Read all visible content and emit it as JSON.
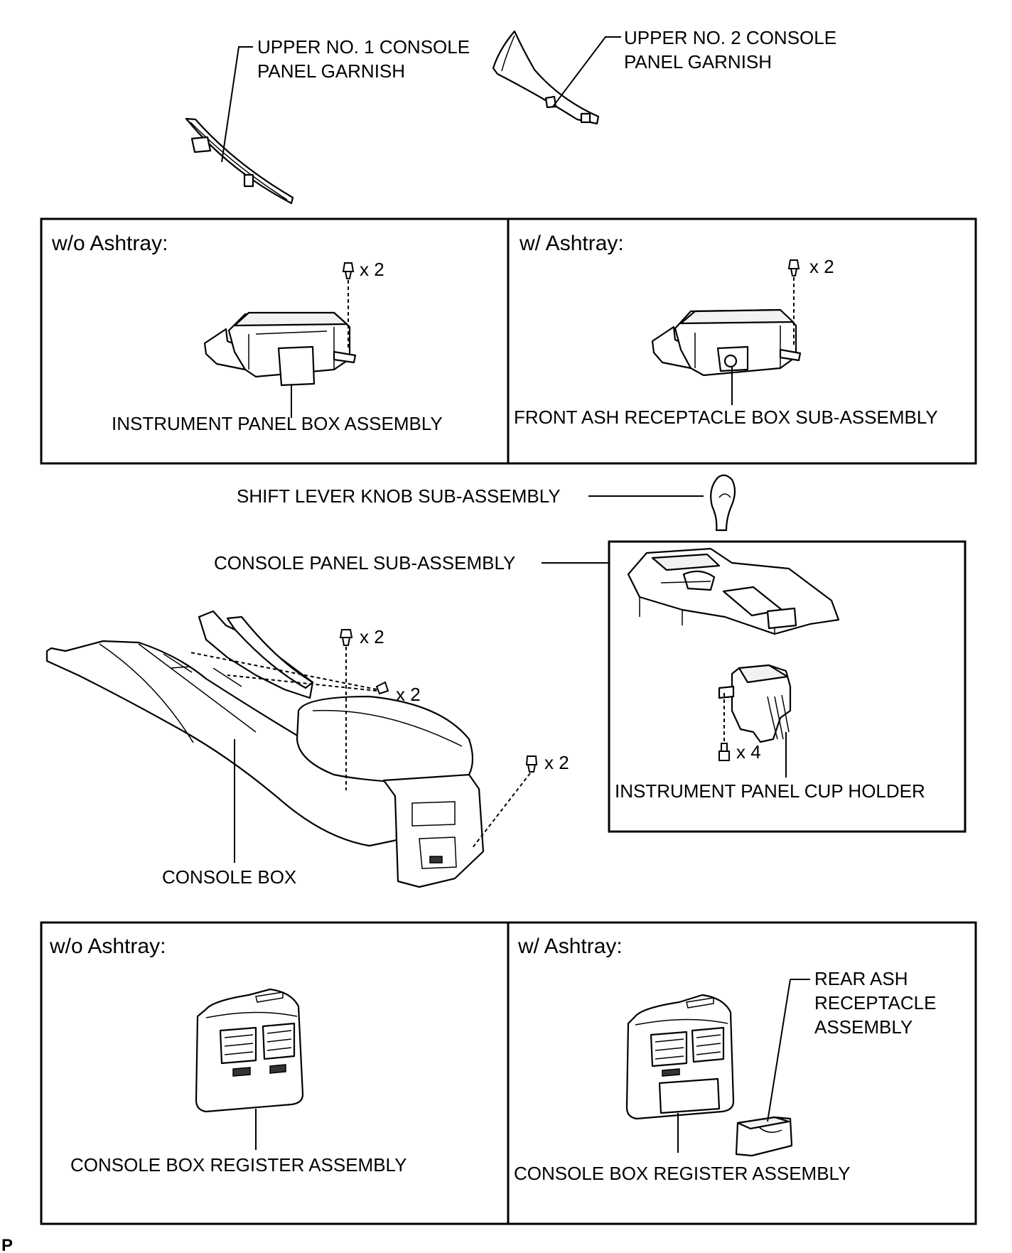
{
  "labels": {
    "upper_no1_garnish": [
      "UPPER NO. 1 CONSOLE",
      "PANEL GARNISH"
    ],
    "upper_no2_garnish": [
      "UPPER NO. 2 CONSOLE",
      "PANEL GARNISH"
    ],
    "instrument_panel_box": "INSTRUMENT PANEL BOX ASSEMBLY",
    "front_ash_receptacle": "FRONT ASH RECEPTACLE BOX SUB-ASSEMBLY",
    "shift_lever_knob": "SHIFT LEVER KNOB SUB-ASSEMBLY",
    "console_panel": "CONSOLE PANEL SUB-ASSEMBLY",
    "instrument_panel_cup_holder": "INSTRUMENT PANEL CUP HOLDER",
    "console_box": "CONSOLE BOX",
    "console_box_register_left": "CONSOLE BOX REGISTER ASSEMBLY",
    "console_box_register_right": "CONSOLE BOX REGISTER ASSEMBLY",
    "rear_ash_receptacle": [
      "REAR ASH",
      "RECEPTACLE",
      "ASSEMBLY"
    ],
    "corner_code": "P"
  },
  "panels": {
    "top_left_header": "w/o Ashtray:",
    "top_right_header": "w/ Ashtray:",
    "bottom_left_header": "w/o Ashtray:",
    "bottom_right_header": "w/ Ashtray:"
  },
  "quantities": {
    "ipbox_bolts": "x 2",
    "front_ash_bolts": "x 2",
    "console_top_bolts": "x 2",
    "console_mid_bolts": "x 2",
    "console_rear_bolts": "x 2",
    "cup_holder_screws": "x 4"
  }
}
